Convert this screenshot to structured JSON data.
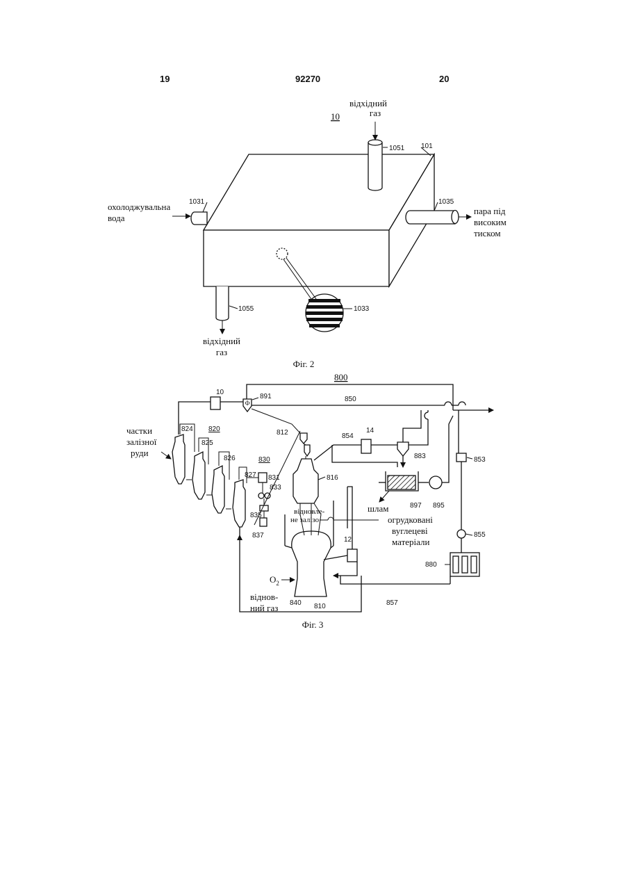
{
  "header": {
    "left_page": "19",
    "patent_number": "92270",
    "right_page": "20"
  },
  "fig2": {
    "ref_main": "10",
    "caption": "Фіг. 2",
    "labels": {
      "exhaust_in_1": "відхідний",
      "exhaust_in_2": "газ",
      "cooling_1": "охолоджувальна",
      "cooling_2": "вода",
      "steam_1": "пара під",
      "steam_2": "високим",
      "steam_3": "тиском",
      "exhaust_out_1": "відхідний",
      "exhaust_out_2": "газ"
    },
    "refs": {
      "r1051": "1051",
      "r101": "101",
      "r1031": "1031",
      "r1035": "1035",
      "r1055": "1055",
      "r1033": "1033"
    }
  },
  "fig3": {
    "ref_main": "800",
    "caption": "Фіг. 3",
    "labels": {
      "ore_1": "частки",
      "ore_2": "залізної",
      "ore_3": "руди",
      "reduced_iron_1": "відновле-",
      "reduced_iron_2": "не залізо",
      "sludge": "шлам",
      "coal_1": "огрудковані",
      "coal_2": "вуглецеві",
      "coal_3": "матеріали",
      "oxygen": "O",
      "oxygen_sub": "2",
      "reducing_gas_1": "віднов-",
      "reducing_gas_2": "ний газ"
    },
    "refs": {
      "r10": "10",
      "r891": "891",
      "r850": "850",
      "r824": "824",
      "r820": "820",
      "r825": "825",
      "r826": "826",
      "r830": "830",
      "r827": "827",
      "r831": "831",
      "r833": "833",
      "r835": "835",
      "r837": "837",
      "r812": "812",
      "r854": "854",
      "r14": "14",
      "r883": "883",
      "r816": "816",
      "r853": "853",
      "r897": "897",
      "r895": "895",
      "r855": "855",
      "r12": "12",
      "r880": "880",
      "r840": "840",
      "r810": "810",
      "r857": "857"
    }
  }
}
